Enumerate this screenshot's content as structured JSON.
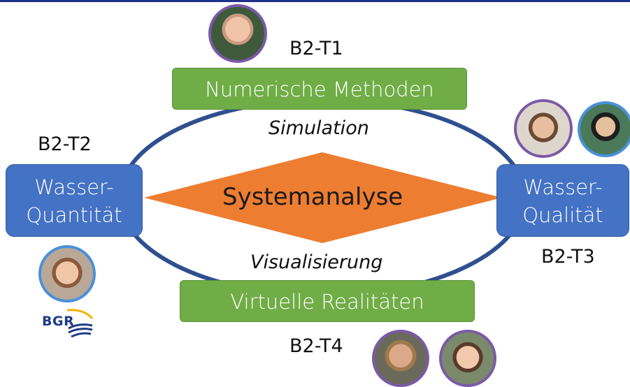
{
  "diagram": {
    "center_label": "Systemanalyse",
    "top_box": {
      "label": "Numerische Methoden",
      "code": "B2-T1"
    },
    "left_box": {
      "line1": "Wasser-",
      "line2": "Quantität",
      "code": "B2-T2"
    },
    "right_box": {
      "line1": "Wasser-",
      "line2": "Qualität",
      "code": "B2-T3"
    },
    "bottom_box": {
      "label": "Virtuelle Realitäten",
      "code": "B2-T4"
    },
    "upper_arc_label": "Simulation",
    "lower_arc_label": "Visualisierung",
    "logo_text": "BGR"
  },
  "colors": {
    "green": "#70ad47",
    "blue": "#4472c4",
    "orange": "#ed7d31",
    "ellipse": "#2f4f8f",
    "avatar_ring": "#7b5aa6",
    "avatar_ring_blue": "#4a90d9"
  }
}
